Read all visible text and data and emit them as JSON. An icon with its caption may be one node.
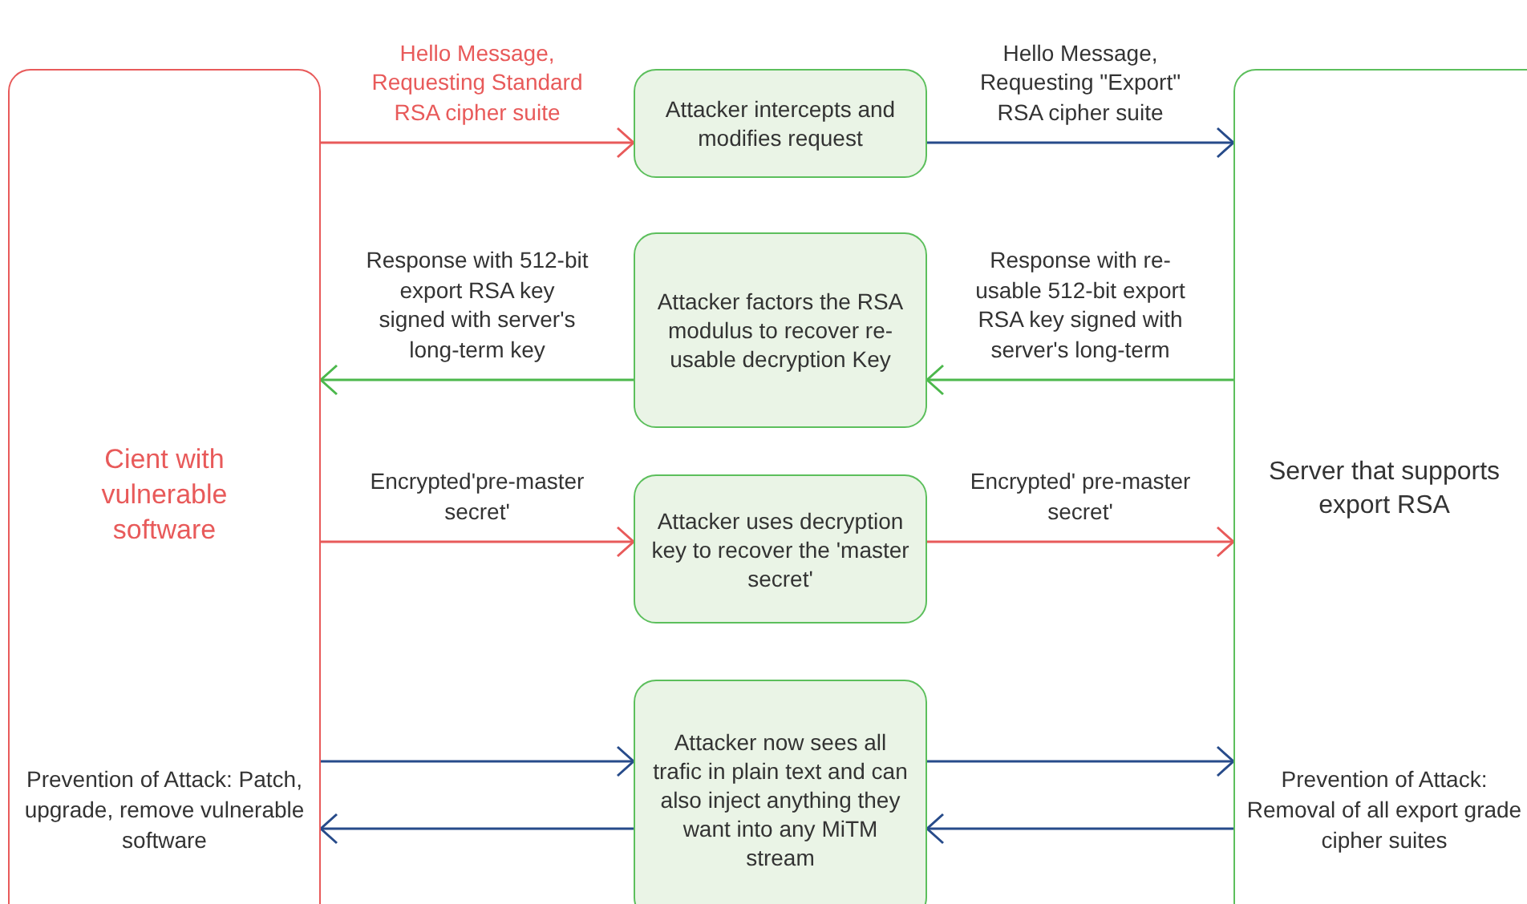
{
  "diagram": {
    "nodes": [
      {
        "text": [
          "Cient with vulnerable software",
          "Prevention of Attack: Patch, upgrade, remove vulnerable software"
        ]
      },
      {
        "text": [
          "Attacker intercepts and modifies request"
        ]
      },
      {
        "text": [
          "Attacker factors the RSA modulus to recover re-usable decryption Key"
        ]
      },
      {
        "text": [
          "Attacker uses decryption key to recover the 'master secret'"
        ]
      },
      {
        "text": [
          "Attacker now sees all trafic in plain text and can also inject anything they want into any MiTM stream"
        ]
      },
      {
        "text": [
          "Server that supports export RSA",
          "Prevention of Attack: Removal of all export grade cipher suites"
        ]
      }
    ],
    "edges": [
      {
        "from": 0,
        "to": 1,
        "arrow": "to",
        "label": "Hello Message, Requesting Standard RSA cipher suite",
        "color": "#e85a5a"
      },
      {
        "from": 1,
        "to": 5,
        "arrow": "to",
        "label": "Hello Message, Requesting \"Export\" RSA cipher suite"
      },
      {
        "from": 5,
        "to": 2,
        "arrow": "to",
        "label": "Response with re-usable 512-bit export RSA key signed with server's long-term",
        "color": "#4cb84c"
      },
      {
        "from": 2,
        "to": 0,
        "arrow": "to",
        "label": "Response with 512-bit export RSA key signed with server's long-term key",
        "color": "#4cb84c"
      },
      {
        "from": 0,
        "to": 3,
        "arrow": "to",
        "label": "Encrypted'pre-master secret'",
        "color": "#e85a5a"
      },
      {
        "from": 3,
        "to": 5,
        "arrow": "to",
        "label": "Encrypted' pre-master secret'",
        "color": "#e85a5a"
      },
      {
        "from": 0,
        "to": 4,
        "arrow": "to"
      },
      {
        "from": 4,
        "to": 0,
        "arrow": "to"
      },
      {
        "from": 4,
        "to": 5,
        "arrow": "to"
      },
      {
        "from": 5,
        "to": 4,
        "arrow": "to"
      }
    ]
  }
}
